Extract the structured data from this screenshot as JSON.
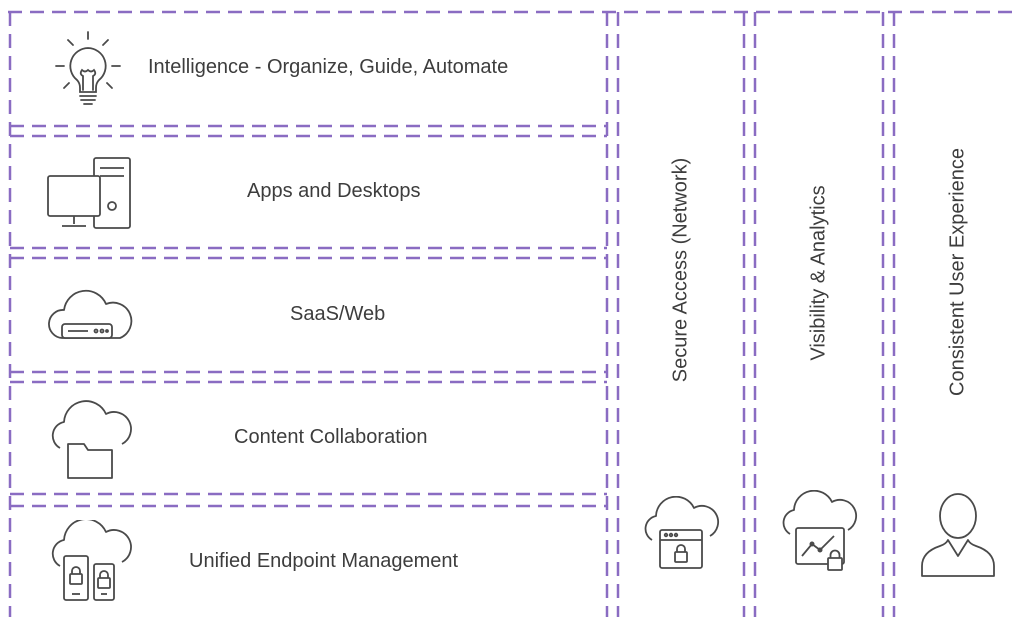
{
  "layers": [
    {
      "label": "Intelligence - Organize, Guide, Automate",
      "icon": "lightbulb-icon"
    },
    {
      "label": "Apps and Desktops",
      "icon": "desktop-computer-icon"
    },
    {
      "label": "SaaS/Web",
      "icon": "cloud-server-icon"
    },
    {
      "label": "Content Collaboration",
      "icon": "cloud-folder-icon"
    },
    {
      "label": "Unified Endpoint Management",
      "icon": "cloud-devices-lock-icon"
    }
  ],
  "pillars": [
    {
      "label": "Secure Access (Network)",
      "icon": "cloud-browser-lock-icon"
    },
    {
      "label": "Visibility & Analytics",
      "icon": "cloud-chart-lock-icon"
    },
    {
      "label": "Consistent User Experience",
      "icon": "user-icon"
    }
  ],
  "colors": {
    "dash": "#8a6cc2",
    "icon_stroke": "#4a4a4a",
    "text": "#3d3d3d"
  }
}
